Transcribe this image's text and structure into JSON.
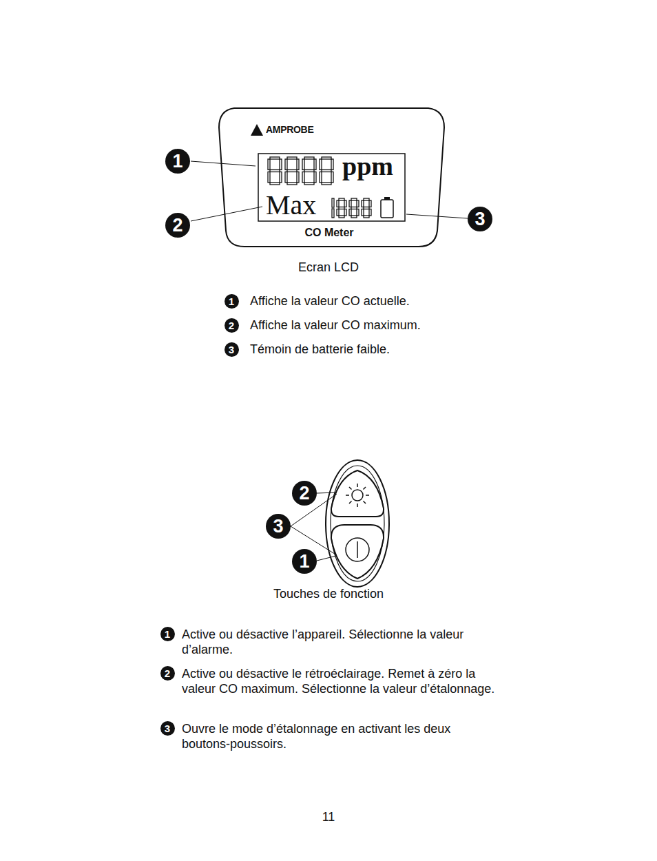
{
  "diagram": {
    "labels": [
      "AMPROBE",
      "ppm",
      "Max",
      "CO Meter",
      "1",
      "2",
      "3",
      "Ecran LCD",
      "1",
      "Affiche la valeur CO actuelle.",
      "2",
      "Affiche la valeur CO maximum.",
      "3",
      "Témoin de batterie faible.",
      "2",
      "3",
      "1",
      "Touches de fonction",
      "1",
      "Active ou désactive l’appareil. Sélectionne la valeur d’alarme.",
      "2",
      "Active ou désactive le rétroéclairage. Remet à zéro la valeur CO maximum. Sélectionne la valeur d’étalonnage.",
      "3",
      "Ouvre le mode d’étalonnage en activant les deux boutons-poussoirs.",
      "11"
    ]
  }
}
